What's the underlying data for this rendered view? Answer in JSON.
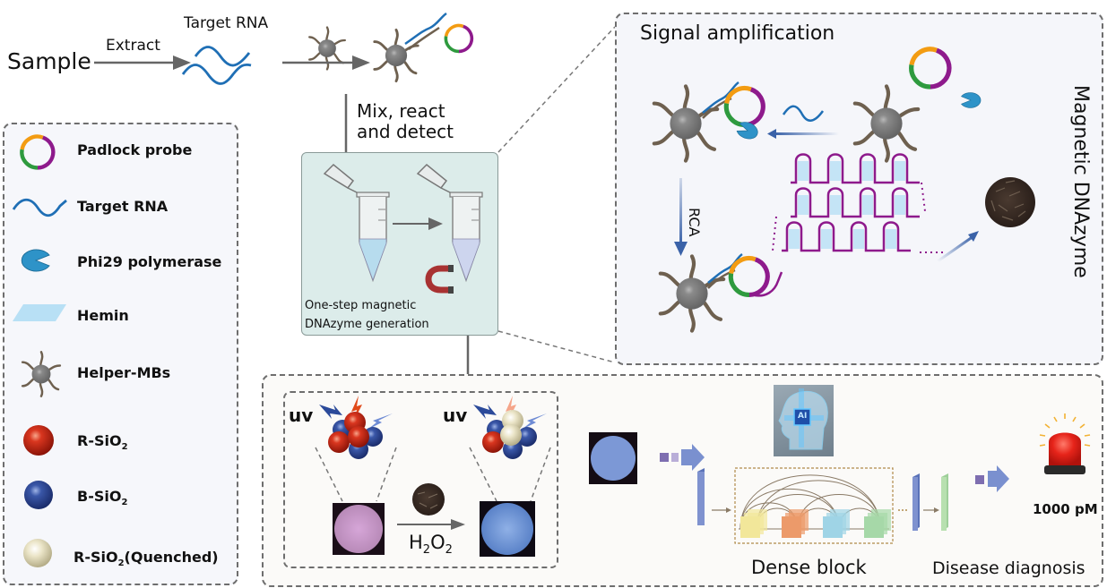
{
  "top_flow": {
    "sample_label": "Sample",
    "extract_label": "Extract",
    "target_rna_label": "Target RNA",
    "mix_label_line1": "Mix, react",
    "mix_label_line2": "and detect"
  },
  "tube_panel": {
    "caption_line1": "One-step magnetic",
    "caption_line2": "DNAzyme generation"
  },
  "legend": {
    "items": [
      {
        "icon": "padlock-probe-icon",
        "label": "Padlock probe"
      },
      {
        "icon": "target-rna-icon",
        "label": "Target RNA"
      },
      {
        "icon": "phi29-polymerase-icon",
        "label": "Phi29 polymerase"
      },
      {
        "icon": "hemin-icon",
        "label": "Hemin"
      },
      {
        "icon": "helper-mb-icon",
        "label": "Helper-MBs"
      },
      {
        "icon": "red-sphere-icon",
        "label": "R-SiO",
        "sub": "2",
        "suffix": ""
      },
      {
        "icon": "blue-sphere-icon",
        "label": "B-SiO",
        "sub": "2",
        "suffix": ""
      },
      {
        "icon": "quenched-sphere-icon",
        "label": "R-SiO",
        "sub": "2",
        "suffix": "(Quenched)"
      }
    ]
  },
  "signal_panel": {
    "title": "Signal amplification",
    "rca_label": "RCA",
    "side_label": "Magnetic DNAzyme"
  },
  "detection": {
    "uv_left": "uv",
    "uv_right": "uv",
    "reagent_main": "H",
    "reagent_sub1": "2",
    "reagent_mid": "O",
    "reagent_sub2": "2"
  },
  "ai_panel": {
    "ai_chip_label": "AI",
    "dense_block_label": "Dense block",
    "diagnosis_label": "Disease diagnosis",
    "concentration_label": "1000 pM"
  },
  "colors": {
    "rna_blue": "#1f6fb5",
    "probe_orange": "#f39c12",
    "probe_purple": "#8e1a8c",
    "probe_green": "#2e9a3e",
    "polymerase": "#2e93c8",
    "hemin": "#b8e0f5",
    "bead_gray": "#7a7a7a",
    "arm_brown": "#6e604f",
    "red_sphere": "#c9241a",
    "blue_sphere": "#2b4a9a",
    "quenched_sphere": "#e8e2c4",
    "arrow_gray": "#666666",
    "arrow_blue": "#3a62a8"
  }
}
